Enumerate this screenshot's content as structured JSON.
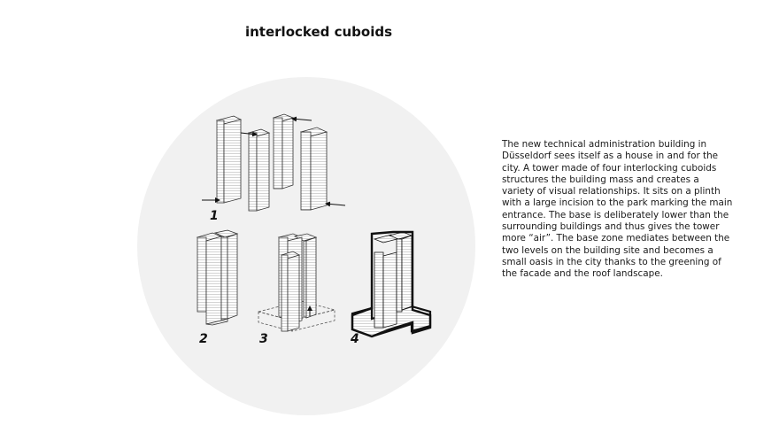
{
  "title": "interlocked cuboids",
  "steps": [
    "1",
    "2",
    "3",
    "4"
  ],
  "description": "The new technical administration building in Düsseldorf sees itself as a house in and for the city. A tower made of four interlocking cuboids structures the building mass and creates a variety of visual relationships. It sits on a plinth with a large incision to the park marking the main entrance. The base is deliberately lower than the surrounding buildings and thus gives the tower more “air”. The base zone mediates between the two levels on the building site and becomes a small oasis in the city thanks to the greening of the facade and the roof landscape.",
  "colors": {
    "background_circle": "#f1f1f1",
    "stroke": "#222222",
    "hatch": "#b0b0b0"
  }
}
